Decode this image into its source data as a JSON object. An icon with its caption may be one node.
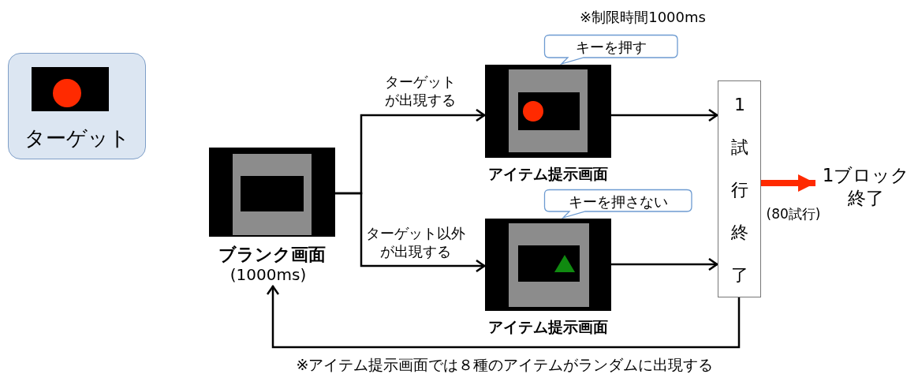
{
  "diagram": {
    "nodes": [
      {
        "text": [
          "ターゲット"
        ]
      },
      {
        "text": [
          "ブランク画面"
        ],
        "beside": [
          "(1000ms)"
        ]
      },
      {
        "text": [
          "アイテム提示画面"
        ]
      },
      {
        "text": [
          "キーを押す"
        ]
      },
      {
        "text": [
          "アイテム提示画面"
        ]
      },
      {
        "text": [
          "キーを押さない"
        ]
      },
      {
        "text": [
          "1試行終了"
        ]
      },
      {
        "text": [
          "1ブロック終了"
        ]
      }
    ],
    "edges": [
      {
        "from": 1,
        "to": 2,
        "arrow": "to",
        "label": "ターゲットが出現する"
      },
      {
        "from": 1,
        "to": 4,
        "arrow": "to",
        "label": "ターゲット以外が出現する"
      },
      {
        "from": 2,
        "to": 6,
        "arrow": "to"
      },
      {
        "from": 4,
        "to": 6,
        "arrow": "to"
      },
      {
        "from": 6,
        "to": 7,
        "arrow": "to",
        "label": "(80試行)",
        "style": "thick",
        "color": "#ff2a00"
      },
      {
        "from": 6,
        "to": 1,
        "arrow": "to"
      }
    ],
    "labels": [
      "※制限時間1000ms",
      "※アイテム提示画面では８種のアイテムがランダムに出現する"
    ]
  }
}
